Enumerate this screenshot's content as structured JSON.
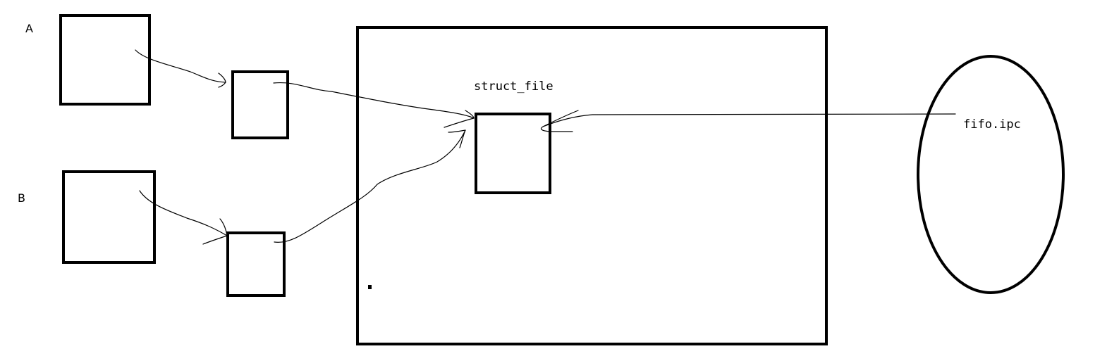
{
  "labels": {
    "process_a": "A",
    "process_b": "B",
    "struct_file": "struct_file",
    "fifo_file": "fifo.ipc"
  },
  "colors": {
    "stroke": "#000000",
    "background": "#ffffff"
  }
}
